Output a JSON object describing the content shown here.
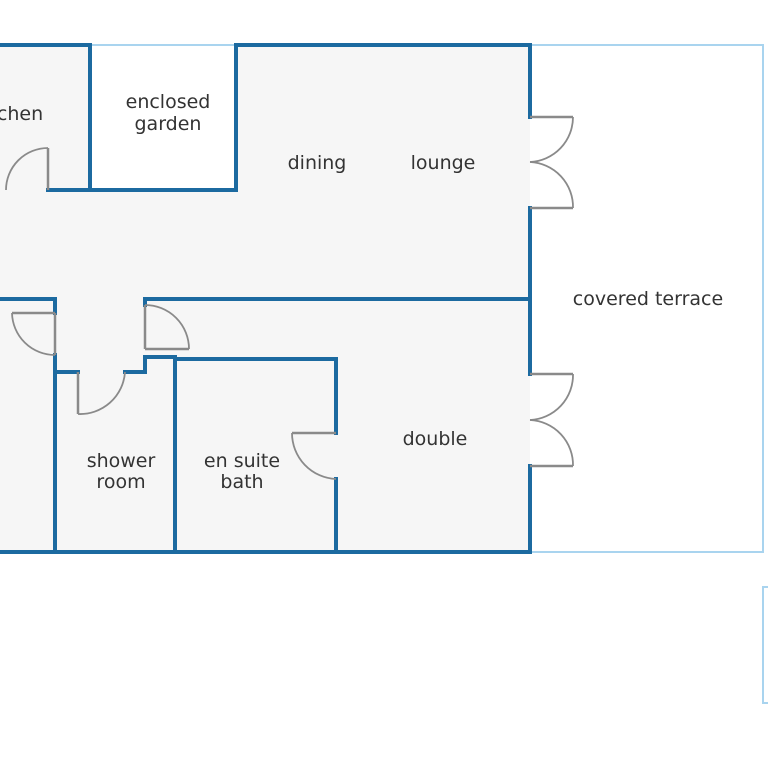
{
  "colors": {
    "wall": "#1c6aa0",
    "terrace_outline": "#a9d4ef",
    "floor_fill": "#f6f6f6",
    "door": "#8a8a8a",
    "label": "#333333",
    "background": "#ffffff"
  },
  "rooms": {
    "kitchen": {
      "label": "chen"
    },
    "enclosed_garden": {
      "line1": "enclosed",
      "line2": "garden"
    },
    "dining": {
      "label": "dining"
    },
    "lounge": {
      "label": "lounge"
    },
    "covered_terrace": {
      "label": "covered terrace"
    },
    "double": {
      "label": "double"
    },
    "shower_room": {
      "line1": "shower",
      "line2": "room"
    },
    "en_suite_bath": {
      "line1": "en suite",
      "line2": "bath"
    }
  }
}
